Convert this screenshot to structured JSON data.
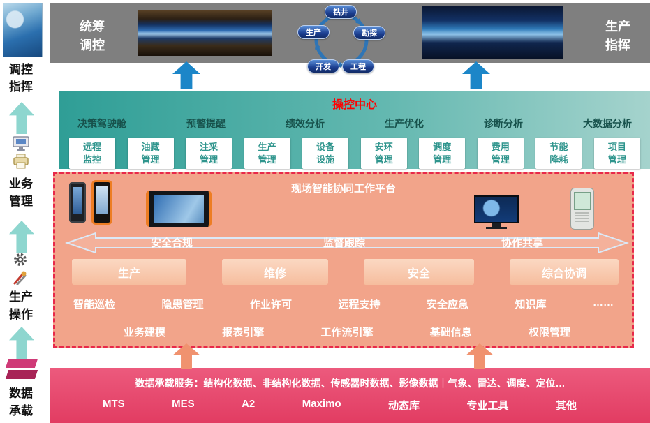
{
  "sidebar": {
    "labels": [
      "调控\n指挥",
      "业务\n管理",
      "生产\n操作",
      "数据\n承载"
    ],
    "icons": [
      "monitor-icon",
      "printer-icon",
      "gear-icon",
      "tools-icon",
      "database-icon"
    ]
  },
  "top_band": {
    "left_title": "统筹\n调控",
    "right_title": "生产\n指挥",
    "cycle_nodes": [
      "钻井",
      "勘探",
      "工程",
      "开发",
      "生产"
    ]
  },
  "control_center": {
    "title": "操控中心",
    "functions": [
      "决策驾驶舱",
      "预警提醒",
      "绩效分析",
      "生产优化",
      "诊断分析",
      "大数据分析"
    ],
    "modules": [
      "远程\n监控",
      "油藏\n管理",
      "注采\n管理",
      "生产\n管理",
      "设备\n设施",
      "安环\n管理",
      "调度\n管理",
      "费用\n管理",
      "节能\n降耗",
      "项目\n管理"
    ]
  },
  "platform": {
    "title": "现场智能协同工作平台",
    "arrow_labels": [
      "安全合规",
      "监督跟踪",
      "协作共享"
    ],
    "categories": [
      "生产",
      "维修",
      "安全",
      "综合协调"
    ],
    "apps": [
      "智能巡检",
      "隐患管理",
      "作业许可",
      "远程支持",
      "安全应急",
      "知识库",
      "……"
    ],
    "engines": [
      "业务建模",
      "报表引擎",
      "工作流引擎",
      "基础信息",
      "权限管理"
    ]
  },
  "data_layer": {
    "services_text": "数据承载服务：结构化数据、非结构化数据、传感器时数据、影像数据｜气象、雷达、调度、定位…",
    "systems": [
      "MTS",
      "MES",
      "A2",
      "Maximo",
      "动态库",
      "专业工具",
      "其他"
    ]
  },
  "colors": {
    "band_gray": "#7f7f7f",
    "teal_dark": "#2f9e96",
    "salmon": "#f2a48a",
    "salmon_light": "#f8cdb0",
    "pink": "#e8486d",
    "blue_arrow": "#1c86c8",
    "node_blue": "#1b3d8f",
    "title_red": "#ff0000"
  }
}
